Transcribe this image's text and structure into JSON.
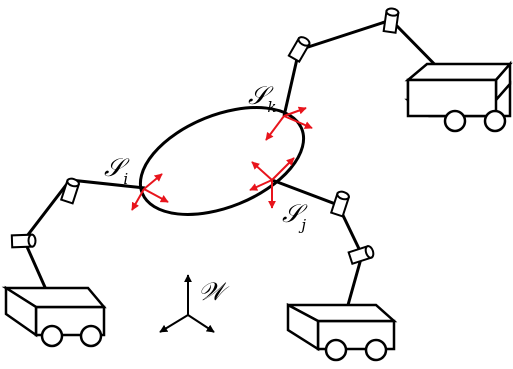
{
  "labels": {
    "frame_k": {
      "symbol": "𝒮",
      "sub": "k"
    },
    "frame_i": {
      "symbol": "𝒮",
      "sub": "i"
    },
    "frame_j": {
      "symbol": "𝒮",
      "sub": "j"
    },
    "world": {
      "symbol": "𝒲"
    }
  },
  "colors": {
    "line": "#000000",
    "frame_arrow": "#e8141c",
    "fill": "#ffffff"
  }
}
